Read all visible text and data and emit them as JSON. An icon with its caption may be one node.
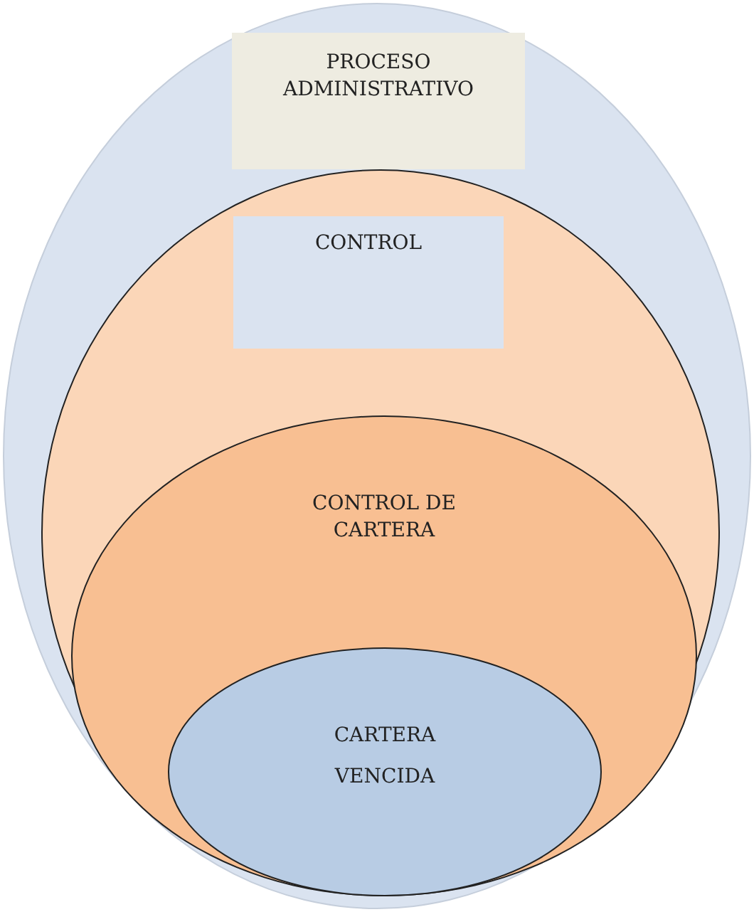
{
  "diagram": {
    "nodes": [
      {
        "text": [],
        "shape": "ellipse"
      },
      {
        "text": [
          "PROCESO ADMINISTRATIVO"
        ],
        "in": 0
      },
      {
        "text": [],
        "shape": "ellipse",
        "in": 0
      },
      {
        "text": [
          "CONTROL"
        ],
        "in": 2
      },
      {
        "text": [
          "CONTROL DE CARTERA"
        ],
        "in": 2
      },
      {
        "text": [
          "CARTERA",
          "VENCIDA"
        ],
        "in": 4
      }
    ]
  }
}
